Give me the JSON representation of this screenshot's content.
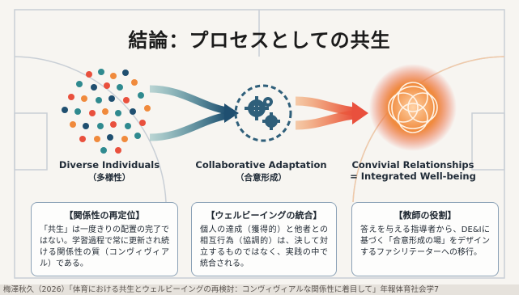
{
  "title": "結論：プロセスとしての共生",
  "stages": [
    {
      "en": "Diverse Individuals",
      "jp": "（多様性）"
    },
    {
      "en": "Collaborative Adaptation",
      "jp": "（合意形成）"
    },
    {
      "en": "Convivial Relationships",
      "jp": "= Integrated Well-being"
    }
  ],
  "cards": [
    {
      "title": "【関係性の再定位】",
      "body": "「共生」は一度きりの配置の完了ではない。学習過程で常に更新され続ける関係性の質（コンヴィヴィアル）である。"
    },
    {
      "title": "【ウェルビーイングの統合】",
      "body": "個人の達成（獲得的）と他者との相互行為（協調的）は、決して対立するものではなく、実践の中で統合される。"
    },
    {
      "title": "【教師の役割】",
      "body": "答えを与える指導者から、DE&Iに基づく「合意形成の場」をデザインするファシリテーターへの移行。"
    }
  ],
  "citation": "梅澤秋久（2026）「体育における共生とウェルビーイングの再検討：コンヴィヴィアルな関係性に着目して」年報体育社会学7",
  "colors": {
    "navy": "#1f4f70",
    "teal": "#2f8a8f",
    "orange": "#f08a3c",
    "red": "#e9503d"
  },
  "icons": {
    "dots": "scattered-dots-icon",
    "gears": "gears-icon",
    "rings": "interlocking-rings-icon"
  }
}
